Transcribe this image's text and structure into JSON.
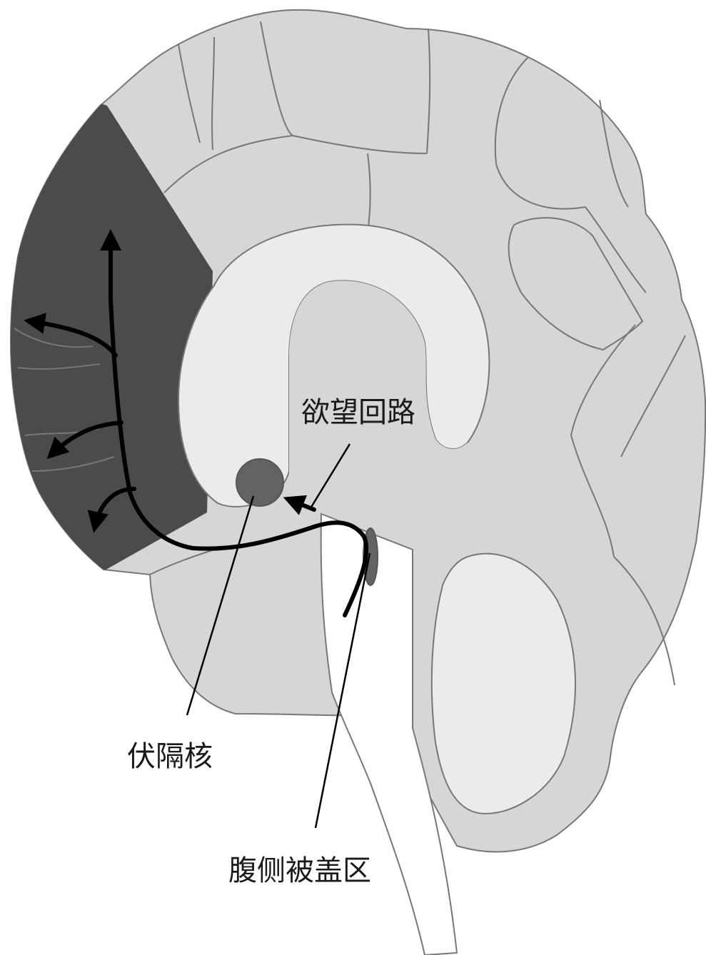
{
  "labels": {
    "reward_circuit": "欲望回路",
    "nucleus_accumbens": "伏隔核",
    "ventral_tegmental_area": "腹侧被盖区"
  },
  "colors": {
    "cortex": "#d6d6d6",
    "inner_region": "#ebebeb",
    "prefrontal_region": "#4b4b4b",
    "nucleus": "#636363",
    "outline": "#777777",
    "pathway": "#000000",
    "background": "#ffffff"
  }
}
